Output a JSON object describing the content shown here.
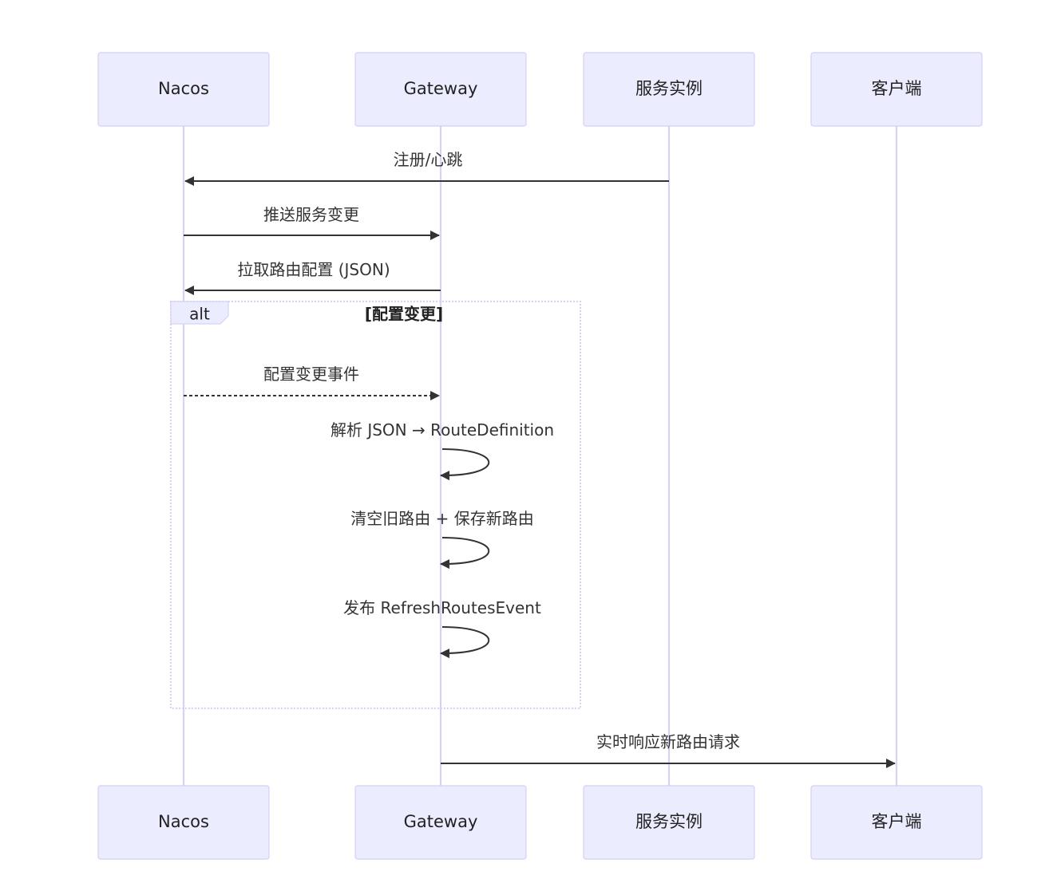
{
  "participants": [
    {
      "id": "nacos",
      "label": "Nacos"
    },
    {
      "id": "gateway",
      "label": "Gateway"
    },
    {
      "id": "service",
      "label": "服务实例"
    },
    {
      "id": "client",
      "label": "客户端"
    }
  ],
  "messages": [
    {
      "from": "service",
      "to": "nacos",
      "label": "注册/心跳",
      "style": "solid"
    },
    {
      "from": "nacos",
      "to": "gateway",
      "label": "推送服务变更",
      "style": "solid"
    },
    {
      "from": "gateway",
      "to": "nacos",
      "label": "拉取路由配置 (JSON)",
      "style": "solid"
    },
    {
      "from": "nacos",
      "to": "gateway",
      "label": "配置变更事件",
      "style": "dashed"
    },
    {
      "from": "gateway",
      "to": "gateway",
      "label": "解析 JSON → RouteDefinition",
      "style": "solid"
    },
    {
      "from": "gateway",
      "to": "gateway",
      "label": "清空旧路由 + 保存新路由",
      "style": "solid"
    },
    {
      "from": "gateway",
      "to": "gateway",
      "label": "发布 RefreshRoutesEvent",
      "style": "solid"
    },
    {
      "from": "gateway",
      "to": "client",
      "label": "实时响应新路由请求",
      "style": "solid"
    }
  ],
  "alt_block": {
    "keyword": "alt",
    "condition": "[配置变更]",
    "messages": [
      3,
      4,
      5,
      6
    ]
  },
  "colors": {
    "actor_fill": "#ececff",
    "actor_stroke": "#d4cff5",
    "lifeline": "#d8d3f5",
    "arrow": "#333333",
    "text": "#222222"
  }
}
